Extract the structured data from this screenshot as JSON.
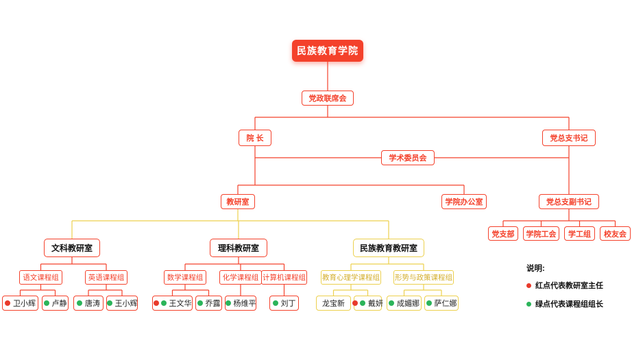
{
  "colors": {
    "primary_red": "#f4412b",
    "branch_yellow": "#ecd04e",
    "dot_red": "#e83a2b",
    "dot_green": "#2bb45a"
  },
  "nodes": {
    "root": "民族教育学院",
    "council": "党政联席会",
    "dean": "院 长",
    "party_secretary": "党总支书记",
    "academic_committee": "学术委员会",
    "teaching_office": "教研室",
    "college_office": "学院办公室",
    "deputy_party_secretary": "党总支副书记",
    "party_branch": "党支部",
    "college_union": "学院工会",
    "student_affairs": "学工组",
    "alumni": "校友会",
    "liberal_arts_dept": "文科教研室",
    "science_dept": "理科教研室",
    "ethnic_edu_dept": "民族教育教研室",
    "chinese_group": "语文课程组",
    "english_group": "英语课程组",
    "math_group": "数学课程组",
    "chemistry_group": "化学课程组",
    "computer_group": "计算机课程组",
    "edu_psychology_group": "教育心理学课程组",
    "policy_group": "形势与政策课程组"
  },
  "people": [
    {
      "name": "卫小辉",
      "dots": [
        "red"
      ]
    },
    {
      "name": "卢静",
      "dots": [
        "green"
      ]
    },
    {
      "name": "唐涛",
      "dots": [
        "green"
      ]
    },
    {
      "name": "王小辉",
      "dots": [
        "green"
      ]
    },
    {
      "name": "王文华",
      "dots": [
        "red",
        "green"
      ]
    },
    {
      "name": "乔露",
      "dots": [
        "green"
      ]
    },
    {
      "name": "杨维平",
      "dots": [
        "green"
      ]
    },
    {
      "name": "刘丁",
      "dots": [
        "green"
      ]
    },
    {
      "name": "龙宝新",
      "dots": []
    },
    {
      "name": "戴妍",
      "dots": [
        "red",
        "green"
      ]
    },
    {
      "name": "成媚娜",
      "dots": [
        "green"
      ]
    },
    {
      "name": "萨仁娜",
      "dots": [
        "green"
      ]
    }
  ],
  "legend": {
    "title": "说明:",
    "items": [
      {
        "dot": "red",
        "label": "红点代表教研室主任"
      },
      {
        "dot": "green",
        "label": "绿点代表课程组组长"
      }
    ]
  }
}
